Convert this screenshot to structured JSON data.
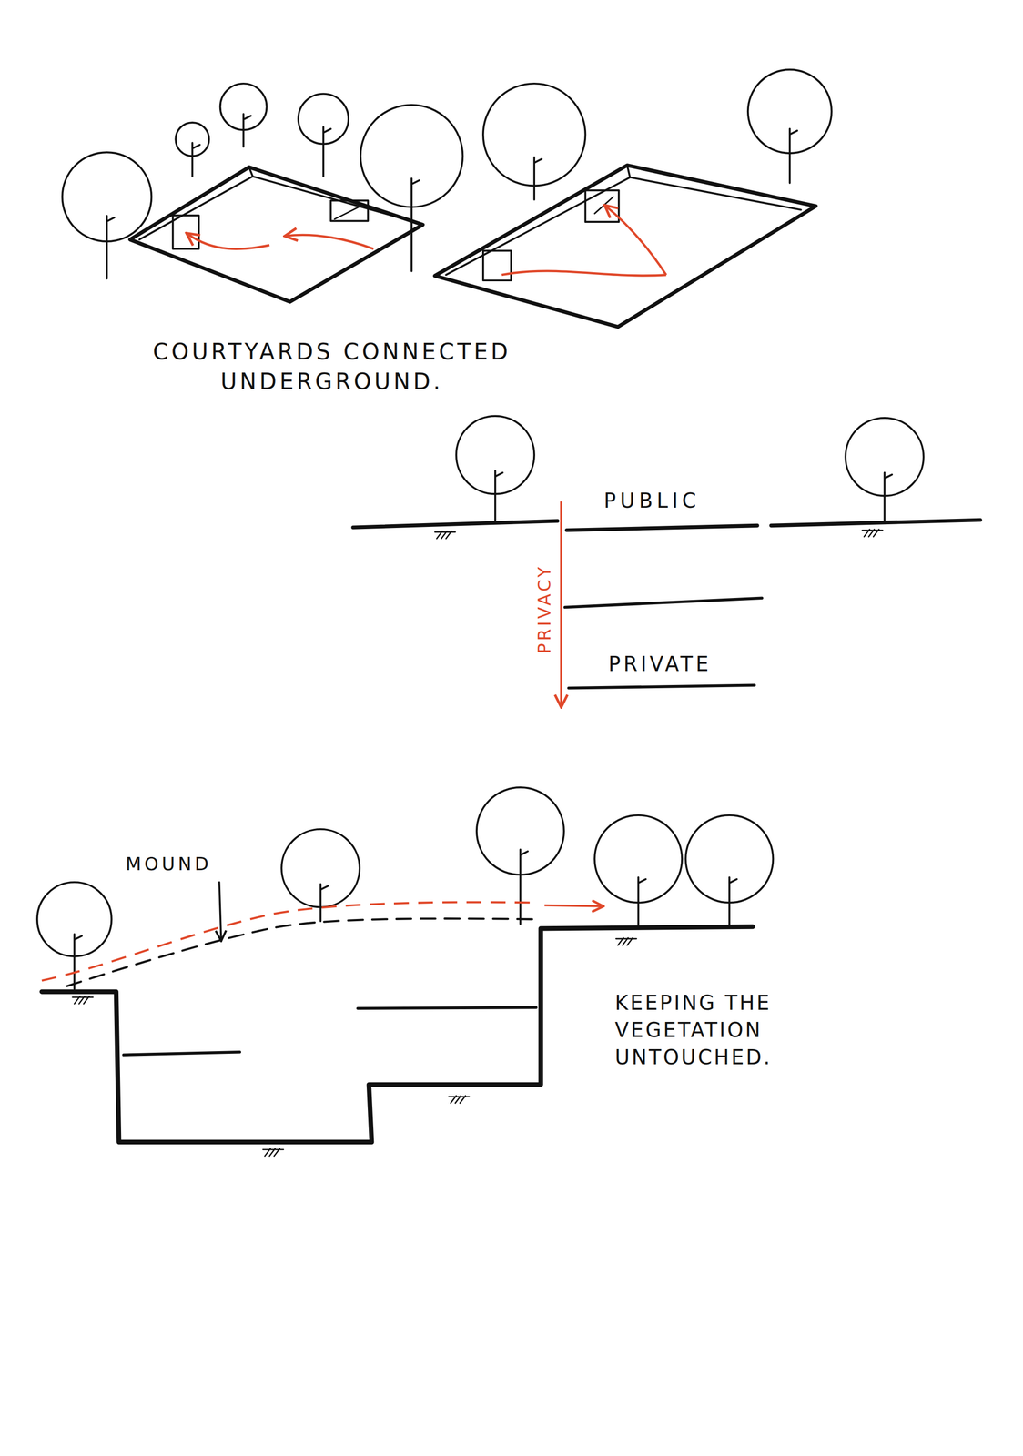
{
  "diagram": {
    "labels": [
      "COURTYARDS CONNECTED UNDERGROUND.",
      "PUBLIC",
      "PRIVACY",
      "PRIVATE",
      "MOUND",
      "KEEPING THE VEGETATION UNTOUCHED."
    ]
  }
}
